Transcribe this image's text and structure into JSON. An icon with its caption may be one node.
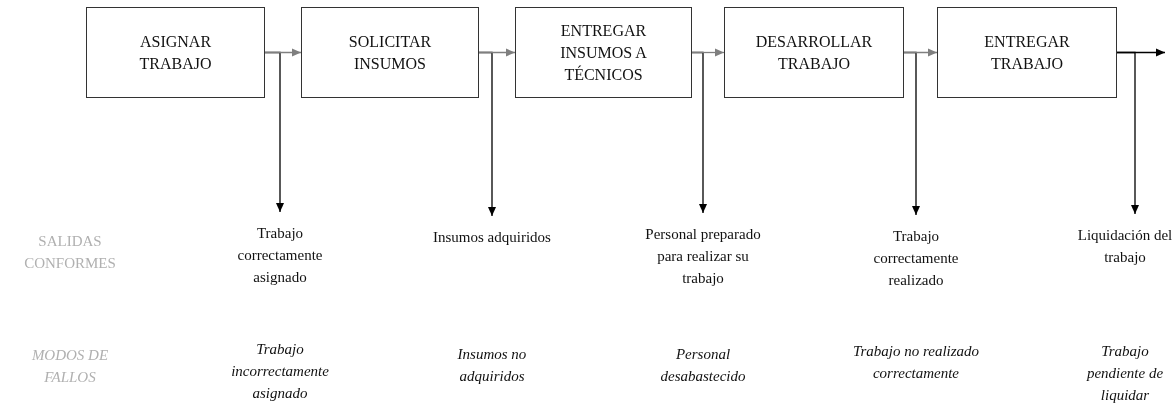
{
  "diagram": {
    "nodes": [
      {
        "text": [
          "ASIGNAR TRABAJO"
        ]
      },
      {
        "text": [
          "SOLICITAR INSUMOS"
        ]
      },
      {
        "text": [
          "ENTREGAR INSUMOS A TÉCNICOS"
        ]
      },
      {
        "text": [
          "DESARROLLAR TRABAJO"
        ]
      },
      {
        "text": [
          "ENTREGAR TRABAJO"
        ]
      },
      {
        "text": [
          "Trabajo correctamente asignado"
        ]
      },
      {
        "text": [
          "Insumos adquiridos"
        ]
      },
      {
        "text": [
          "Personal preparado para realizar su trabajo"
        ]
      },
      {
        "text": [
          "Trabajo correctamente realizado"
        ]
      },
      {
        "text": [
          "Liquidación del trabajo"
        ]
      }
    ],
    "edges": [
      {
        "from": 0,
        "to": 1,
        "arrow": "to",
        "color": "#7f7f7f"
      },
      {
        "from": 1,
        "to": 2,
        "arrow": "to",
        "color": "#7f7f7f"
      },
      {
        "from": 2,
        "to": 3,
        "arrow": "to",
        "color": "#7f7f7f"
      },
      {
        "from": 3,
        "to": 4,
        "arrow": "to",
        "color": "#7f7f7f"
      },
      {
        "from": 4,
        "to": null,
        "arrow": "to"
      },
      {
        "from": 0,
        "to": 5,
        "arrow": "to"
      },
      {
        "from": 1,
        "to": 6,
        "arrow": "to"
      },
      {
        "from": 2,
        "to": 7,
        "arrow": "to"
      },
      {
        "from": 3,
        "to": 8,
        "arrow": "to"
      },
      {
        "from": 4,
        "to": 9,
        "arrow": "to"
      }
    ],
    "labels": [
      "SALIDAS CONFORMES",
      "MODOS DE FALLOS",
      "Trabajo incorrectamente asignado",
      "Insumos no adquiridos",
      "Personal desabastecido",
      "Trabajo no realizado correctamente",
      "Trabajo pendiente de liquidar"
    ]
  }
}
